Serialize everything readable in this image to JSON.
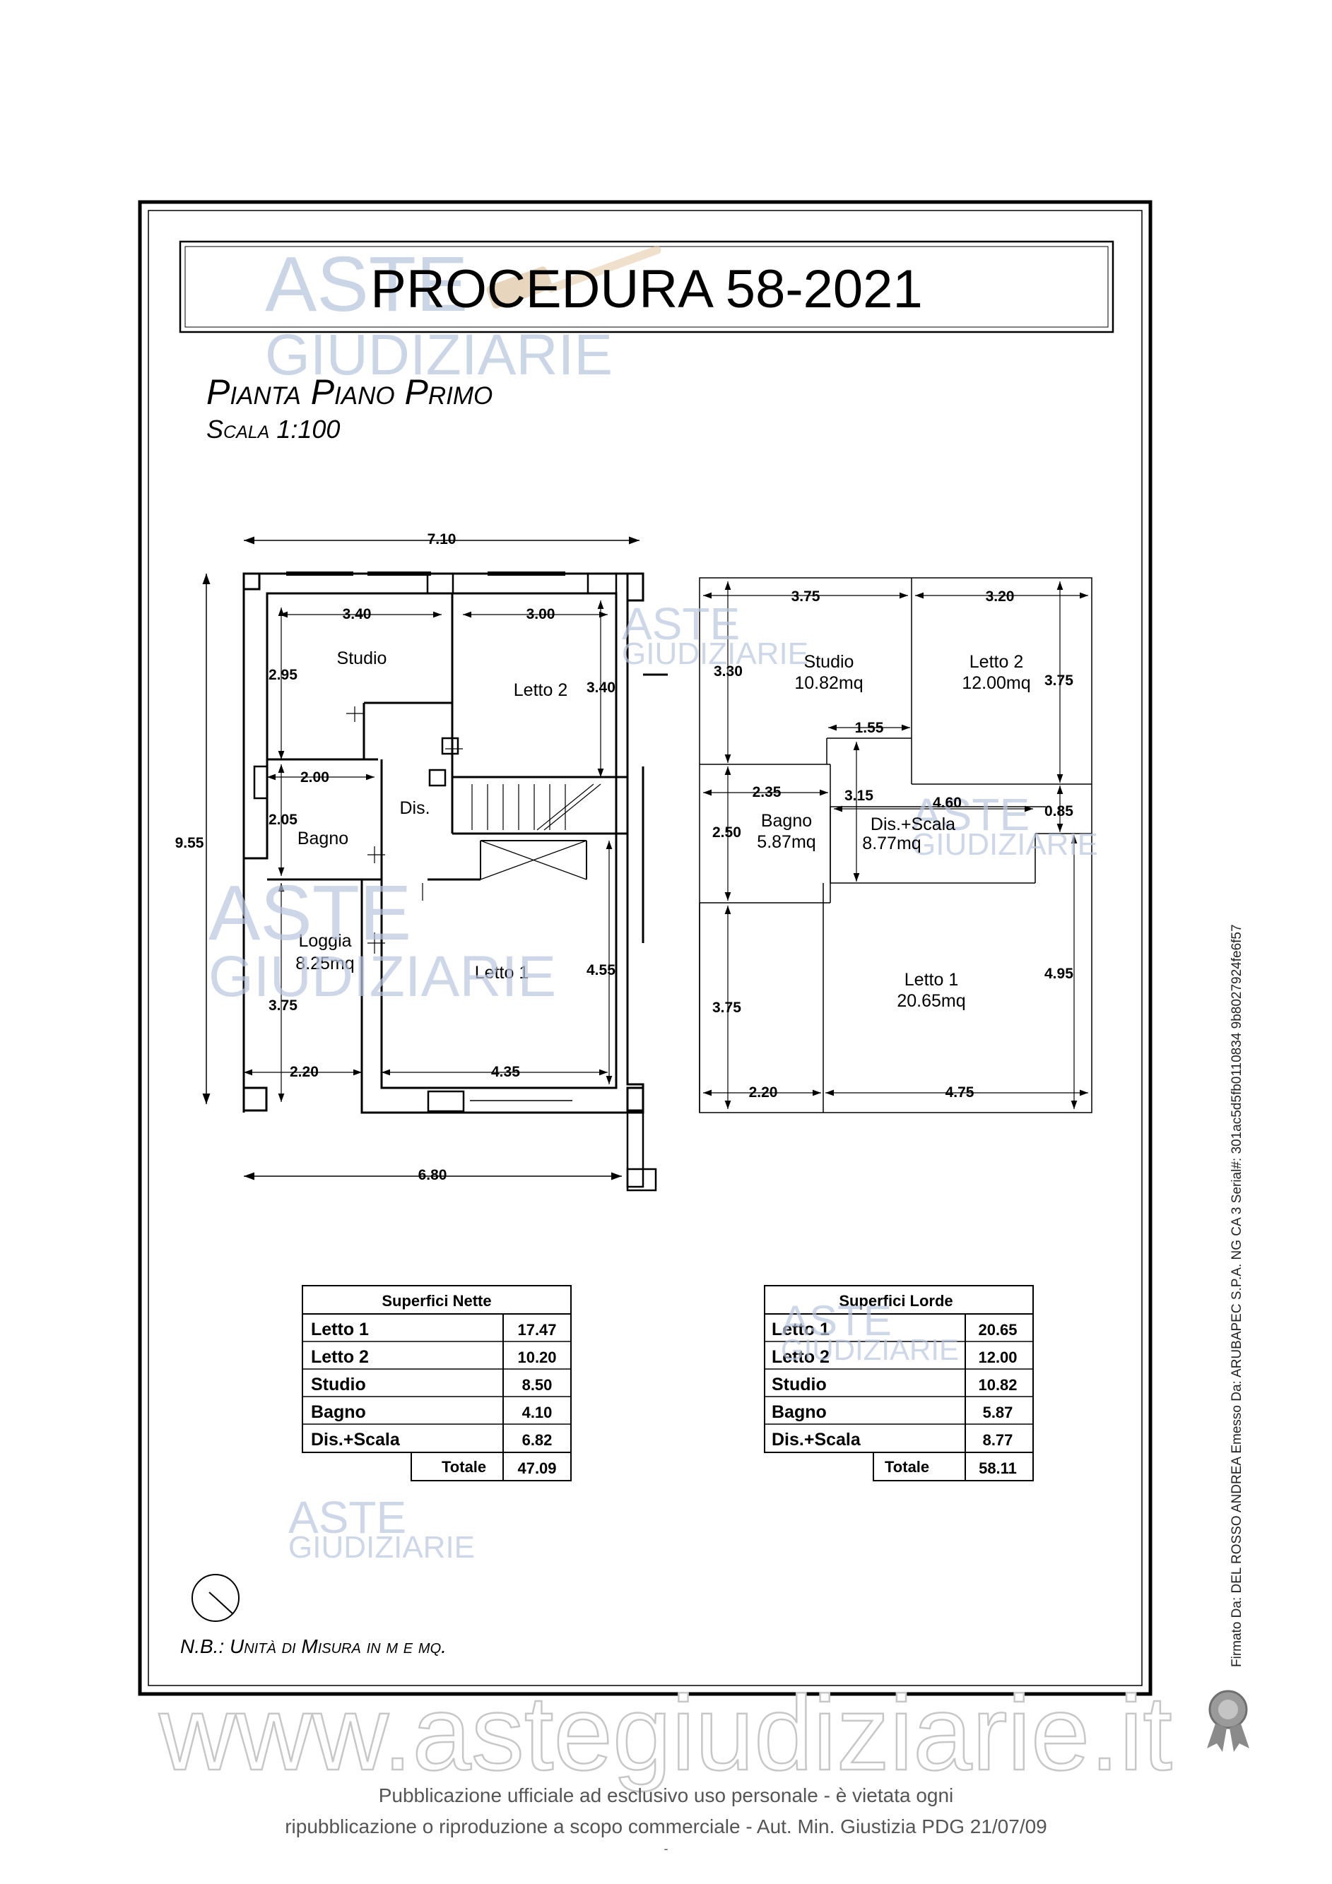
{
  "document": {
    "title": "PROCEDURA 58-2021",
    "subtitle": "Pianta Piano Primo",
    "scale": "Scala 1:100",
    "note": "N.B.: Unità di Misura in m e mq."
  },
  "watermark": {
    "line1": "ASTE",
    "line2": "GIUDIZIARIE",
    "website": "www.astegiudiziarie.it"
  },
  "plan_left": {
    "dims": {
      "overall_width": "7.10",
      "overall_height": "9.55",
      "bottom_width": "6.80",
      "studio_w": "3.40",
      "letto2_w": "3.00",
      "studio_h": "2.95",
      "letto2_h": "3.40",
      "bagno_w": "2.00",
      "bagno_h": "2.05",
      "letto1_h": "4.55",
      "loggia_h": "3.75",
      "loggia_w": "2.20",
      "letto1_w": "4.35"
    },
    "rooms": {
      "studio": "Studio",
      "letto2": "Letto 2",
      "dis": "Dis.",
      "bagno": "Bagno",
      "loggia": "Loggia",
      "loggia_area": "8.25mq",
      "letto1": "Letto 1"
    }
  },
  "plan_right": {
    "dims": {
      "studio_w": "3.75",
      "letto2_w": "3.20",
      "studio_h": "3.30",
      "letto2_h": "3.75",
      "step_w": "1.55",
      "bagno_w": "2.35",
      "dis_h": "3.15",
      "dis_w": "4.60",
      "step_h": "0.85",
      "bagno_h": "2.50",
      "letto1_h": "4.95",
      "loggia_h": "3.75",
      "loggia_w": "2.20",
      "letto1_w": "4.75"
    },
    "rooms": {
      "studio": "Studio",
      "studio_area": "10.82mq",
      "letto2": "Letto 2",
      "letto2_area": "12.00mq",
      "bagno": "Bagno",
      "bagno_area": "5.87mq",
      "dis": "Dis.+Scala",
      "dis_area": "8.77mq",
      "letto1": "Letto 1",
      "letto1_area": "20.65mq"
    }
  },
  "table_nette": {
    "header": "Superfici Nette",
    "rows": [
      {
        "label": "Letto 1",
        "value": "17.47"
      },
      {
        "label": "Letto 2",
        "value": "10.20"
      },
      {
        "label": "Studio",
        "value": "8.50"
      },
      {
        "label": "Bagno",
        "value": "4.10"
      },
      {
        "label": "Dis.+Scala",
        "value": "6.82"
      }
    ],
    "total_label": "Totale",
    "total_value": "47.09"
  },
  "table_lorde": {
    "header": "Superfici Lorde",
    "rows": [
      {
        "label": "Letto 1",
        "value": "20.65"
      },
      {
        "label": "Letto 2",
        "value": "12.00"
      },
      {
        "label": "Studio",
        "value": "10.82"
      },
      {
        "label": "Bagno",
        "value": "5.87"
      },
      {
        "label": "Dis.+Scala",
        "value": "8.77"
      }
    ],
    "total_label": "Totale",
    "total_value": "58.11"
  },
  "footer": {
    "line1": "Pubblicazione ufficiale ad esclusivo uso personale - è vietata ogni",
    "line2": "ripubblicazione o riproduzione a scopo commerciale - Aut. Min. Giustizia PDG 21/07/09",
    "page_mark": "-"
  },
  "signature": "Firmato Da: DEL ROSSO ANDREA Emesso Da: ARUBAPEC S.P.A. NG CA 3 Serial#: 301ac5d5fb0110834 9b8027924fe6f57"
}
